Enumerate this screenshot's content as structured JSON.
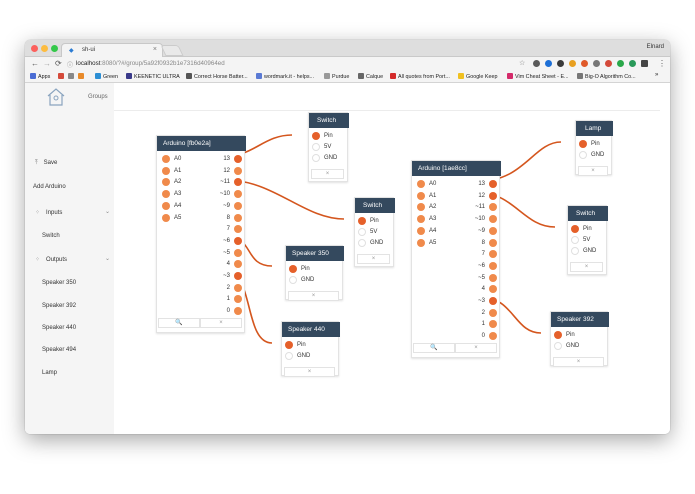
{
  "browser": {
    "tab_title": "sh-ui",
    "tab_close": "×",
    "profile": "Elnard",
    "url_host": "localhost",
    "url_rest": ":8080/?#/group/5a92f0932b1e7316d40964ed",
    "bookmarks": [
      {
        "label": "Apps",
        "color": "#4a6cd4"
      },
      {
        "label": "",
        "color": "#d44a3a"
      },
      {
        "label": "",
        "color": "#888888"
      },
      {
        "label": "",
        "color": "#e88a2a"
      },
      {
        "label": "Green",
        "color": "#2d8fd4"
      },
      {
        "label": "KEENETIC ULTRA",
        "color": "#3a3a8a"
      },
      {
        "label": "Correct Horse Batter...",
        "color": "#555555"
      },
      {
        "label": "wordmark.it - helps...",
        "color": "#5a7ad4"
      },
      {
        "label": "Purdue",
        "color": "#999999"
      },
      {
        "label": "Calque",
        "color": "#666666"
      },
      {
        "label": "All quotes from Port...",
        "color": "#d42a2a"
      },
      {
        "label": "Google Keep",
        "color": "#f0c020"
      },
      {
        "label": "Vim Cheat Sheet - E...",
        "color": "#d42a6a"
      },
      {
        "label": "Big-O Algorithm Co...",
        "color": "#777777"
      }
    ]
  },
  "header": {
    "groups_label": "Groups"
  },
  "sidebar": {
    "save": "Save",
    "add_arduino": "Add Arduino",
    "inputs": "Inputs",
    "input_items": [
      "Switch"
    ],
    "outputs": "Outputs",
    "output_items": [
      "Speaker 350",
      "Speaker 392",
      "Speaker 440",
      "Speaker 494",
      "Lamp"
    ]
  },
  "nodes": {
    "arduino1": {
      "title": "Arduino [fb0e2a]",
      "analog": [
        "A0",
        "A1",
        "A2",
        "A3",
        "A4",
        "A5"
      ],
      "digital": [
        "13",
        "12",
        "~11",
        "~10",
        "~9",
        "8",
        "7",
        "~6",
        "~5",
        "4",
        "~3",
        "2",
        "1",
        "0"
      ],
      "btn_search": "🔍",
      "btn_close": "×"
    },
    "arduino2": {
      "title": "Arduino [1ae8cc]",
      "analog": [
        "A0",
        "A1",
        "A2",
        "A3",
        "A4",
        "A5"
      ],
      "digital": [
        "13",
        "12",
        "~11",
        "~10",
        "~9",
        "8",
        "7",
        "~6",
        "~5",
        "4",
        "~3",
        "2",
        "1",
        "0"
      ],
      "btn_search": "🔍",
      "btn_close": "×"
    },
    "switch1": {
      "title": "Switch",
      "pins": [
        "Pin",
        "5V",
        "GND"
      ],
      "btn_close": "×"
    },
    "switch2": {
      "title": "Switch",
      "pins": [
        "Pin",
        "5V",
        "GND"
      ],
      "btn_close": "×"
    },
    "switch3": {
      "title": "Switch",
      "pins": [
        "Pin",
        "5V",
        "GND"
      ],
      "btn_close": "×"
    },
    "speaker350": {
      "title": "Speaker 350",
      "pins": [
        "Pin",
        "GND"
      ],
      "btn_close": "×"
    },
    "speaker440": {
      "title": "Speaker 440",
      "pins": [
        "Pin",
        "GND"
      ],
      "btn_close": "×"
    },
    "lamp": {
      "title": "Lamp",
      "pins": [
        "Pin",
        "GND"
      ],
      "btn_close": "×"
    },
    "speaker392": {
      "title": "Speaker 392",
      "pins": [
        "Pin",
        "GND"
      ],
      "btn_close": "×"
    }
  },
  "colors": {
    "node_header": "#34495e",
    "pin_active": "#e5602a",
    "wire": "#d4561e",
    "sidebar_bg": "#f5f5f5"
  }
}
